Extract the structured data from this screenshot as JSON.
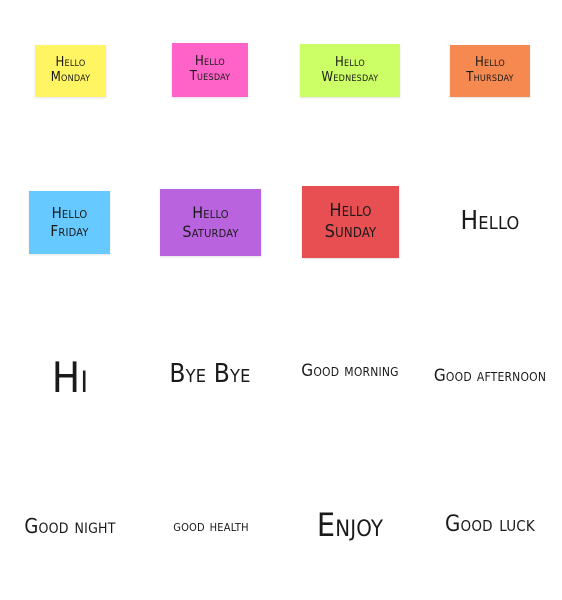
{
  "stickers": [
    {
      "lines": [
        "Hello",
        "Monday"
      ],
      "bg": "#FFF563"
    },
    {
      "lines": [
        "Hello",
        "Tuesday"
      ],
      "bg": "#FF63C8"
    },
    {
      "lines": [
        "Hello",
        "Wednesday"
      ],
      "bg": "#CCFF66"
    },
    {
      "lines": [
        "Hello",
        "Thursday"
      ],
      "bg": "#F5894F"
    },
    {
      "lines": [
        "Hello",
        "Friday"
      ],
      "bg": "#66C9FF"
    },
    {
      "lines": [
        "Hello",
        "Saturday"
      ],
      "bg": "#BA63DF"
    },
    {
      "lines": [
        "Hello",
        "Sunday"
      ],
      "bg": "#E84F52"
    },
    {
      "lines": [
        "Hello"
      ],
      "bg": ""
    },
    {
      "lines": [
        "Hi"
      ],
      "bg": ""
    },
    {
      "lines": [
        "Bye Bye"
      ],
      "bg": ""
    },
    {
      "lines": [
        "Good morning"
      ],
      "bg": ""
    },
    {
      "lines": [
        "Good afternoon"
      ],
      "bg": ""
    },
    {
      "lines": [
        "Good night"
      ],
      "bg": ""
    },
    {
      "lines": [
        "good health"
      ],
      "bg": ""
    },
    {
      "lines": [
        "Enjoy"
      ],
      "bg": ""
    },
    {
      "lines": [
        "Good luck"
      ],
      "bg": ""
    }
  ]
}
